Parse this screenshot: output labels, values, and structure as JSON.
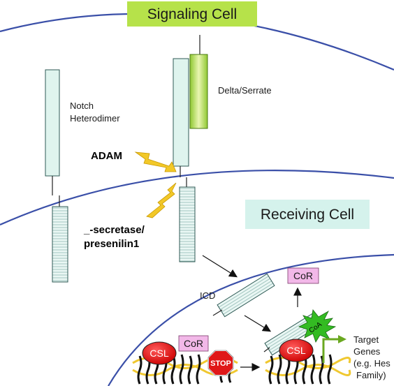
{
  "labels": {
    "signaling_cell": "Signaling Cell",
    "receiving_cell": "Receiving Cell",
    "notch_line1": "Notch",
    "notch_line2": "Heterodimer",
    "delta_serrate": "Delta/Serrate",
    "adam": "ADAM",
    "secretase_line1": "_-secretase/",
    "secretase_line2": "presenilin1",
    "icd": "ICD",
    "cor_released": "CoR",
    "cor_bound": "CoR",
    "coa": "CoA",
    "csl_left": "CSL",
    "csl_right": "CSL",
    "stop": "STOP",
    "target_line1": "Target",
    "target_line2": "Genes",
    "target_line3": "(e.g. Hes",
    "target_line4": "Family)"
  },
  "colors": {
    "membrane": "#3a4fa8",
    "notch_fill": "#dff4ee",
    "notch_stroke": "#2f5a55",
    "delta_fill": "#b6e24a",
    "signaling_box": "#b6e24a",
    "receiving_box": "#d5f2ec",
    "cor_box": "#f2b8e8",
    "csl": "#e01818",
    "coa": "#33bb22",
    "stop": "#e01818",
    "lightning": "#f2c828",
    "dna_strand": "#f0c830"
  }
}
